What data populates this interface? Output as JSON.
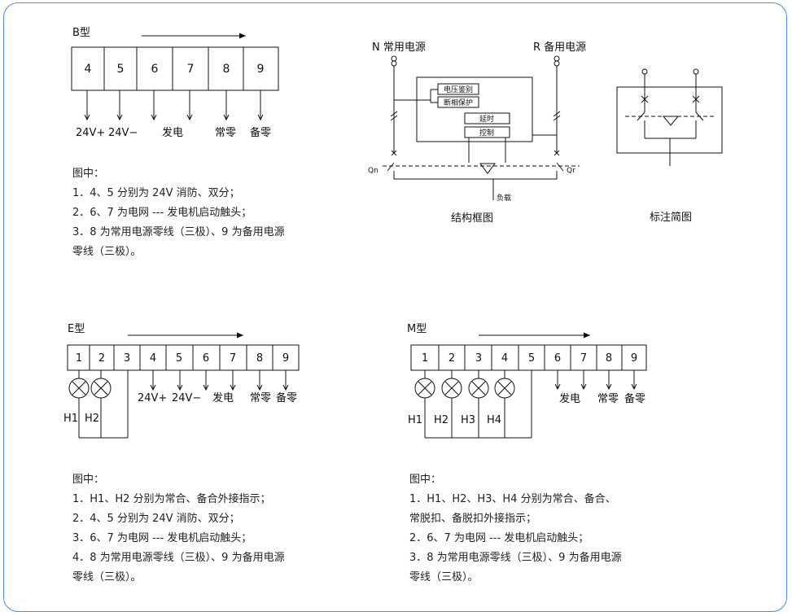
{
  "b_type": {
    "title": "B型",
    "terminals": [
      "4",
      "5",
      "6",
      "7",
      "8",
      "9"
    ],
    "wire_labels": {
      "t4": "24V+",
      "t5": "24V−",
      "t67": "发电",
      "t8": "常零",
      "t9": "备零"
    },
    "notes": [
      "图中：",
      "1．4、5 分别为 24V 消防、双分；",
      "2．6、7 为电网 --- 发电机启动触头；",
      "3．8 为常用电源零线（三极）、9 为备用电源",
      "零线（三极）。"
    ]
  },
  "structure": {
    "n_label": "N 常用电源",
    "r_label": "R 备用电源",
    "blocks": [
      "电压鉴别",
      "断相保护",
      "延时",
      "控制"
    ],
    "qn": "Qn",
    "qr": "Qr",
    "load": "负载",
    "caption": "结构框图"
  },
  "annotation": {
    "caption": "标注简图"
  },
  "e_type": {
    "title": "E型",
    "terminals": [
      "1",
      "2",
      "3",
      "4",
      "5",
      "6",
      "7",
      "8",
      "9"
    ],
    "lamps": [
      "H1",
      "H2"
    ],
    "wire_labels": {
      "t4": "24V+",
      "t5": "24V−",
      "t67": "发电",
      "t8": "常零",
      "t9": "备零"
    },
    "notes": [
      "图中：",
      "1．H1、H2 分别为常合、备合外接指示；",
      "2．4、5 分别为 24V 消防、双分；",
      "3．6、7 为电网 --- 发电机启动触头；",
      "4．8 为常用电源零线（三极）、9 为备用电源",
      "零线（三极）。"
    ]
  },
  "m_type": {
    "title": "M型",
    "terminals": [
      "1",
      "2",
      "3",
      "4",
      "5",
      "6",
      "7",
      "8",
      "9"
    ],
    "lamps": [
      "H1",
      "H2",
      "H3",
      "H4"
    ],
    "wire_labels": {
      "t67": "发电",
      "t8": "常零",
      "t9": "备零"
    },
    "notes": [
      "图中：",
      "1．H1、H2、H3、H4 分别为常合、备合、",
      "常脱扣、备脱扣外接指示；",
      "2．6、7 为电网 --- 发电机启动触头；",
      "3．8 为常用电源零线（三极）、9 为备用电源",
      "零线（三极）。"
    ]
  },
  "colors": {
    "frame": "#4a8fd0",
    "line": "#111111"
  }
}
